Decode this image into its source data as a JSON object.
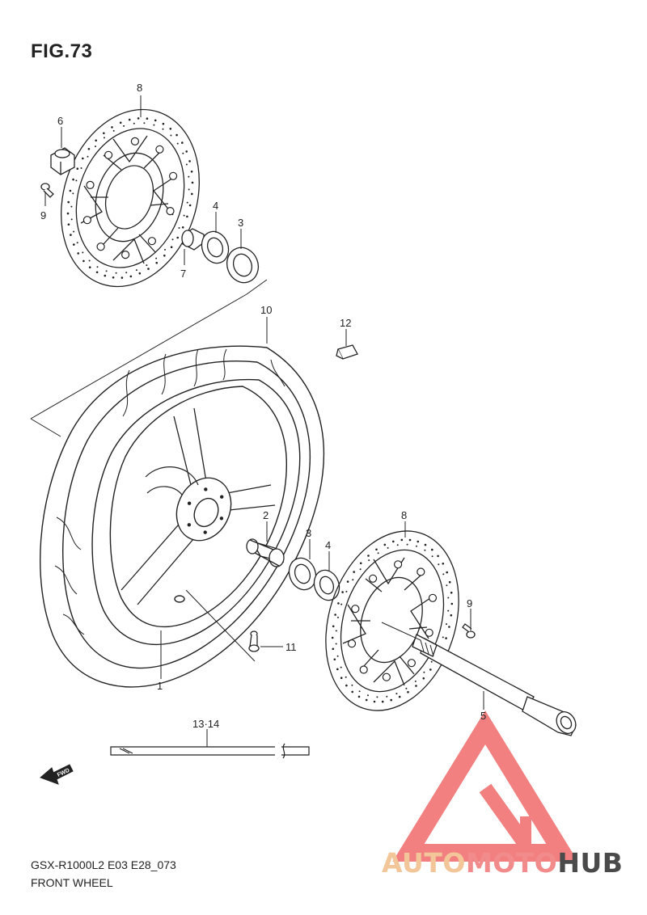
{
  "figure": {
    "title": "FIG.73"
  },
  "footer": {
    "model_code": "GSX-R1000L2 E03 E28_073",
    "name": "FRONT WHEEL"
  },
  "callouts": {
    "c8_top": "8",
    "c6": "6",
    "c9_left": "9",
    "c4_top": "4",
    "c3_top": "3",
    "c7": "7",
    "c10": "10",
    "c12": "12",
    "c2": "2",
    "c3_mid": "3",
    "c4_mid": "4",
    "c8_right": "8",
    "c9_right": "9",
    "c11": "11",
    "c1": "1",
    "c5": "5",
    "c13_14": "13·14"
  },
  "fwd_label": "FWD",
  "watermark": {
    "part1": "AUTO",
    "part2": "MOTO",
    "part3": "HUB",
    "colors": {
      "auto": "#f3c69a",
      "moto": "#f28b8b",
      "hub": "#4a4a4a",
      "logo": "#f06a6a"
    }
  },
  "colors": {
    "line": "#222222",
    "background": "#ffffff"
  }
}
